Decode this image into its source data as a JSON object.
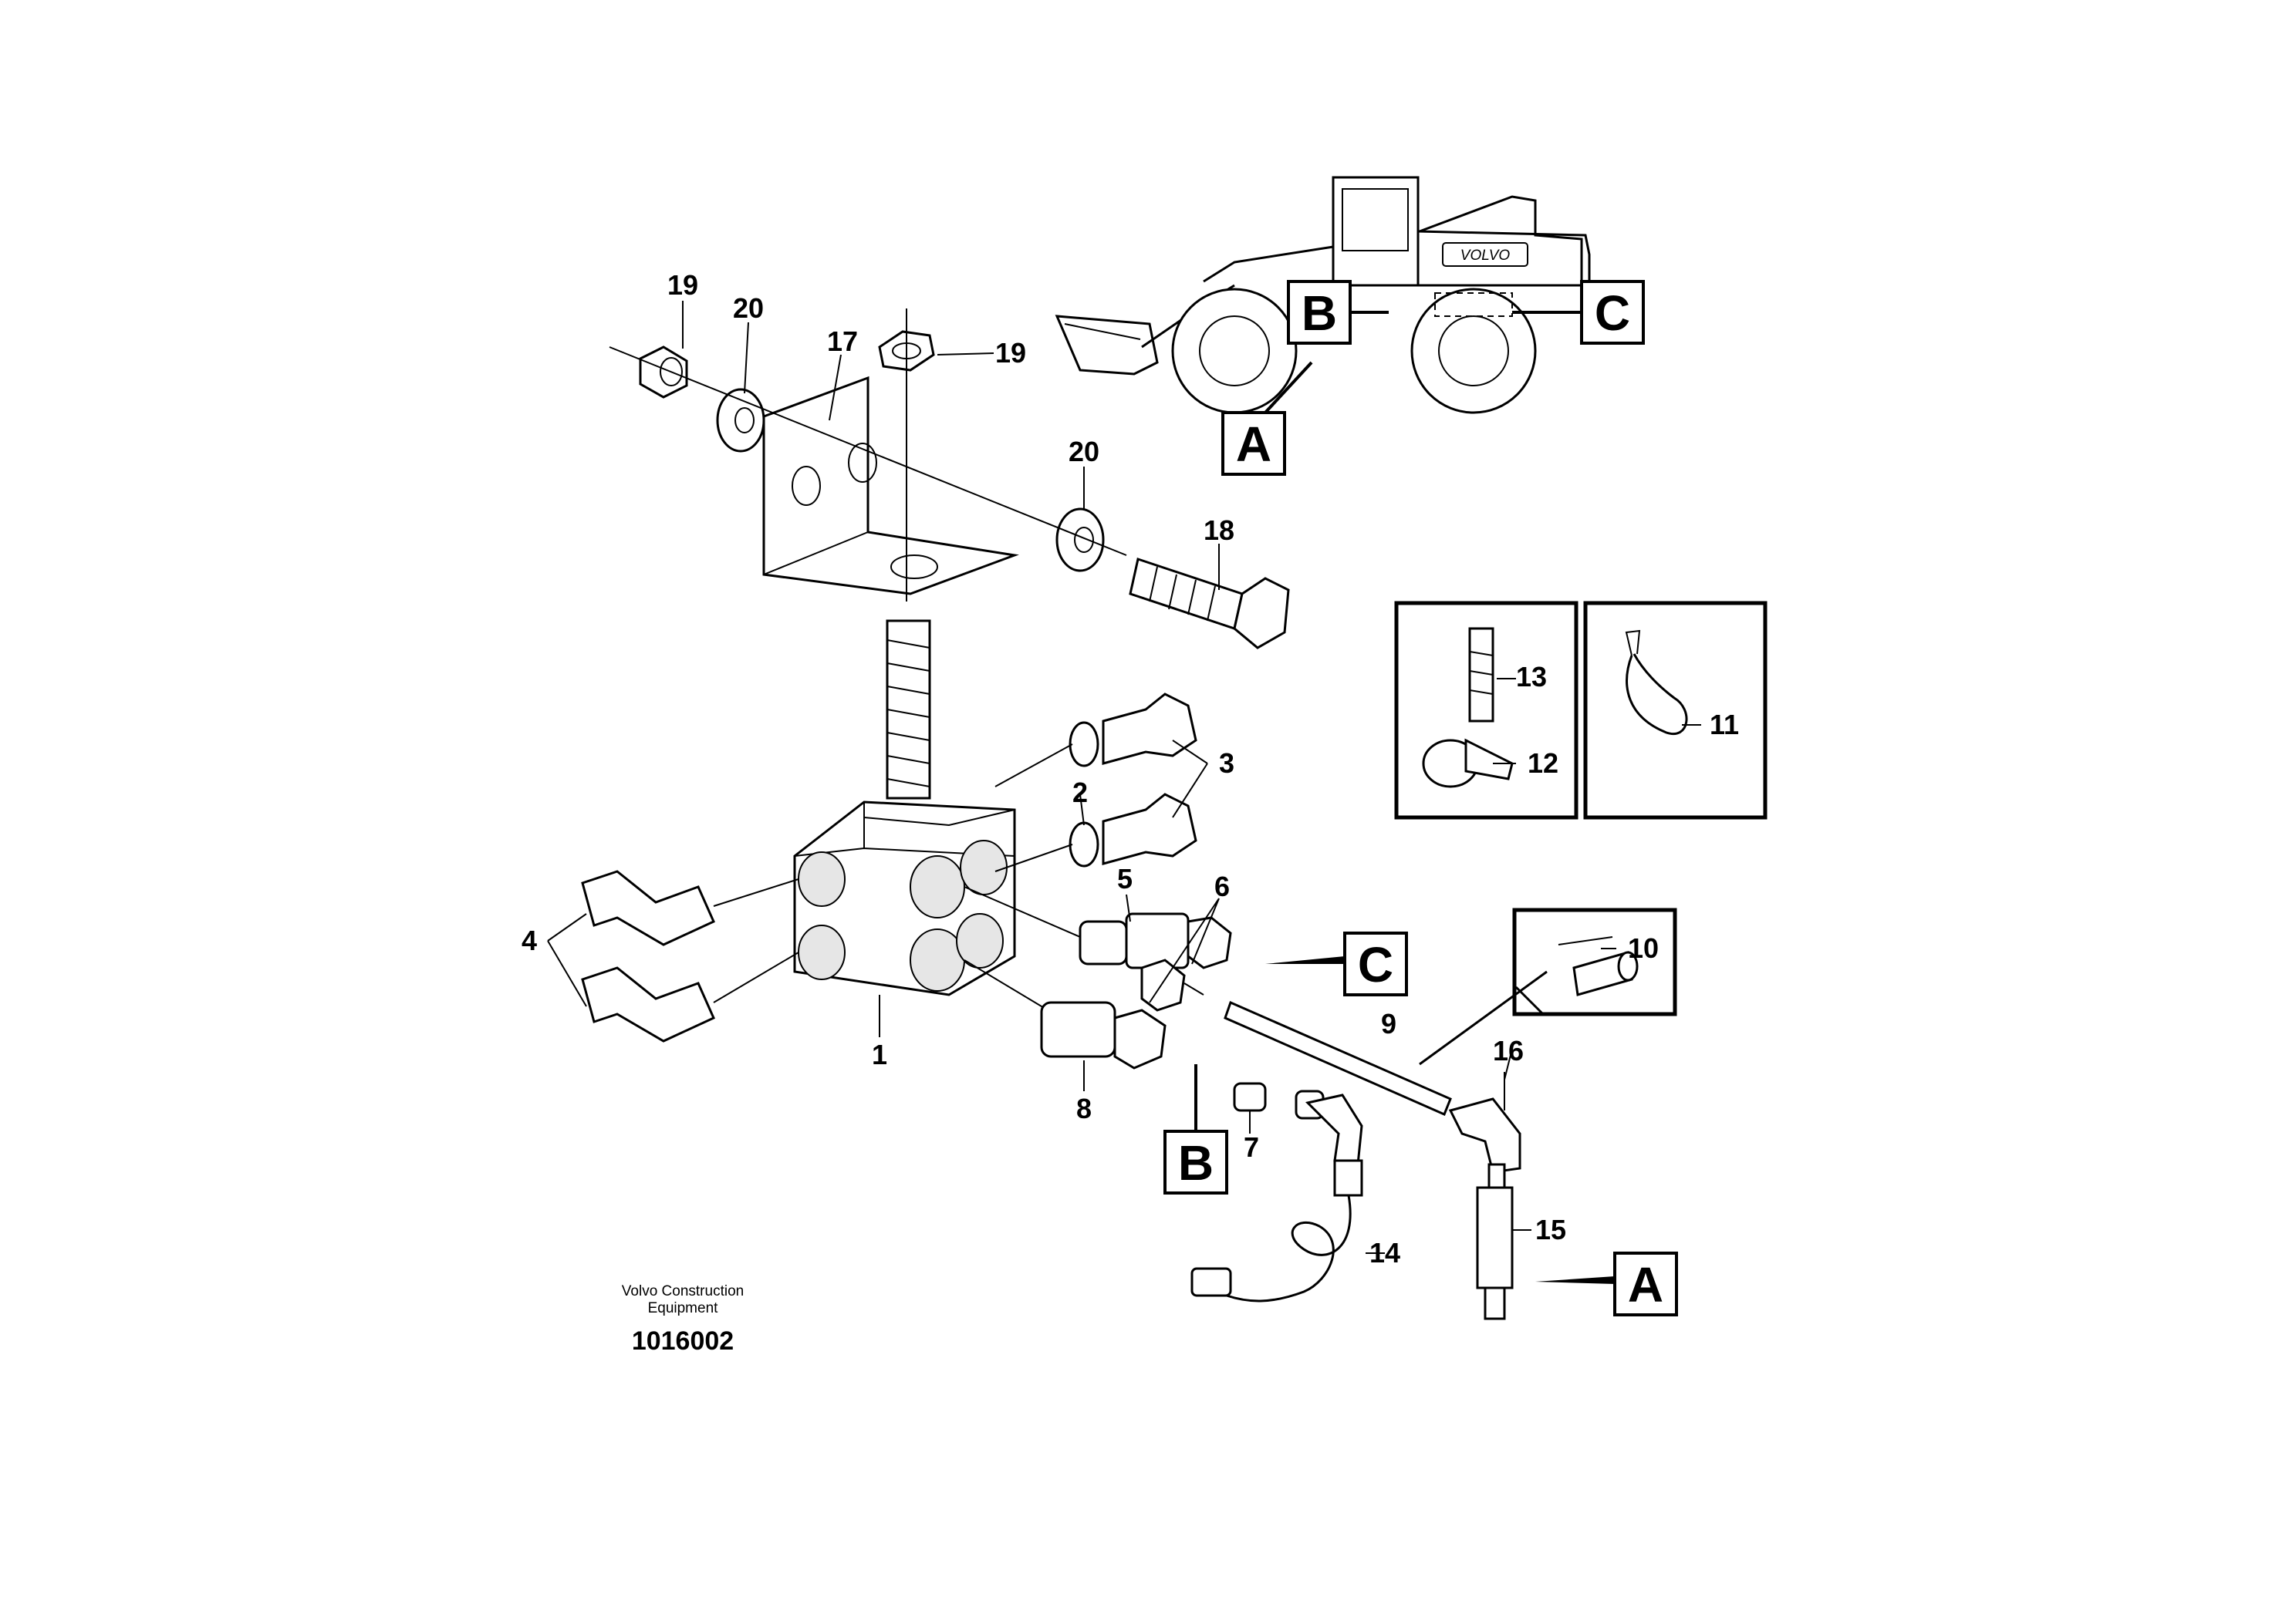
{
  "callouts": [
    "1",
    "2",
    "3",
    "4",
    "5",
    "6",
    "7",
    "8",
    "9",
    "10",
    "11",
    "12",
    "13",
    "14",
    "15",
    "16",
    "17",
    "18",
    "19",
    "19",
    "20",
    "20"
  ],
  "view_labels": {
    "a": "A",
    "b": "B",
    "c": "C"
  },
  "footer": {
    "manufacturer_line1": "Volvo Construction",
    "manufacturer_line2": "Equipment",
    "document_number": "1016002"
  },
  "machine_logo": "VOLVO"
}
